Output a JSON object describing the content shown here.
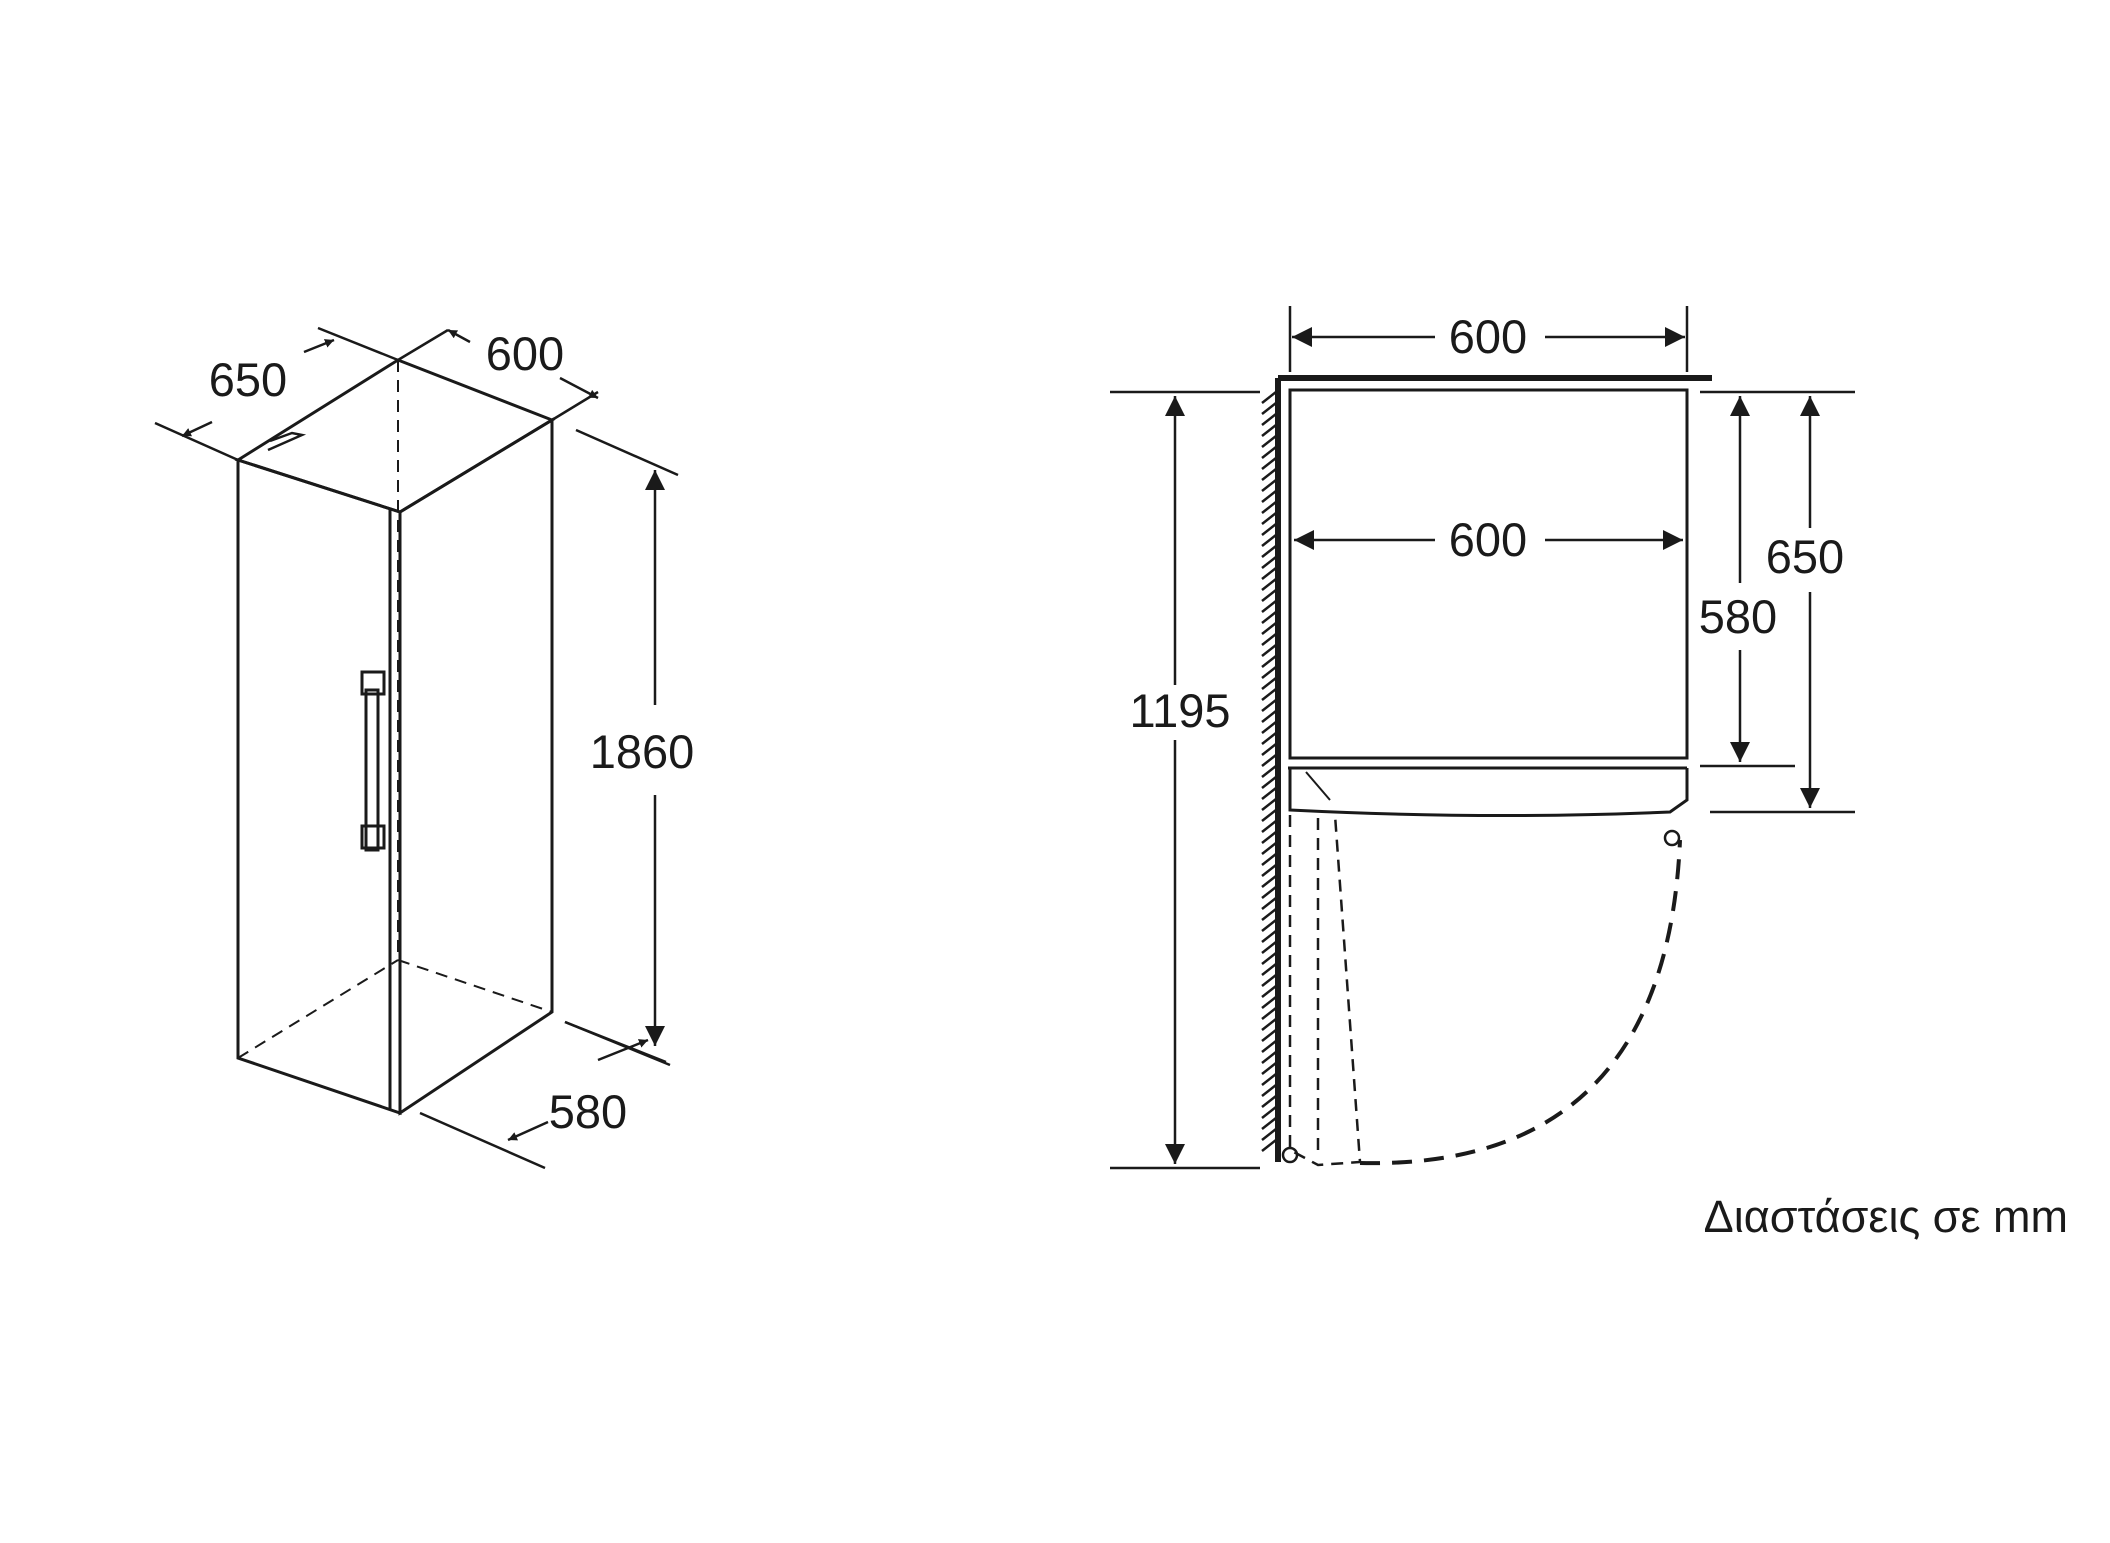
{
  "isometric_view": {
    "depth_label": "650",
    "width_label": "600",
    "height_label": "1860",
    "inner_depth_label": "580"
  },
  "plan_view": {
    "top_width_label": "600",
    "inner_width_label": "600",
    "overall_depth_label": "1195",
    "body_depth_label": "580",
    "door_depth_label": "650"
  },
  "caption": "Διαστάσεις σε mm",
  "colors": {
    "line": "#1a1a1a",
    "background": "#ffffff"
  }
}
